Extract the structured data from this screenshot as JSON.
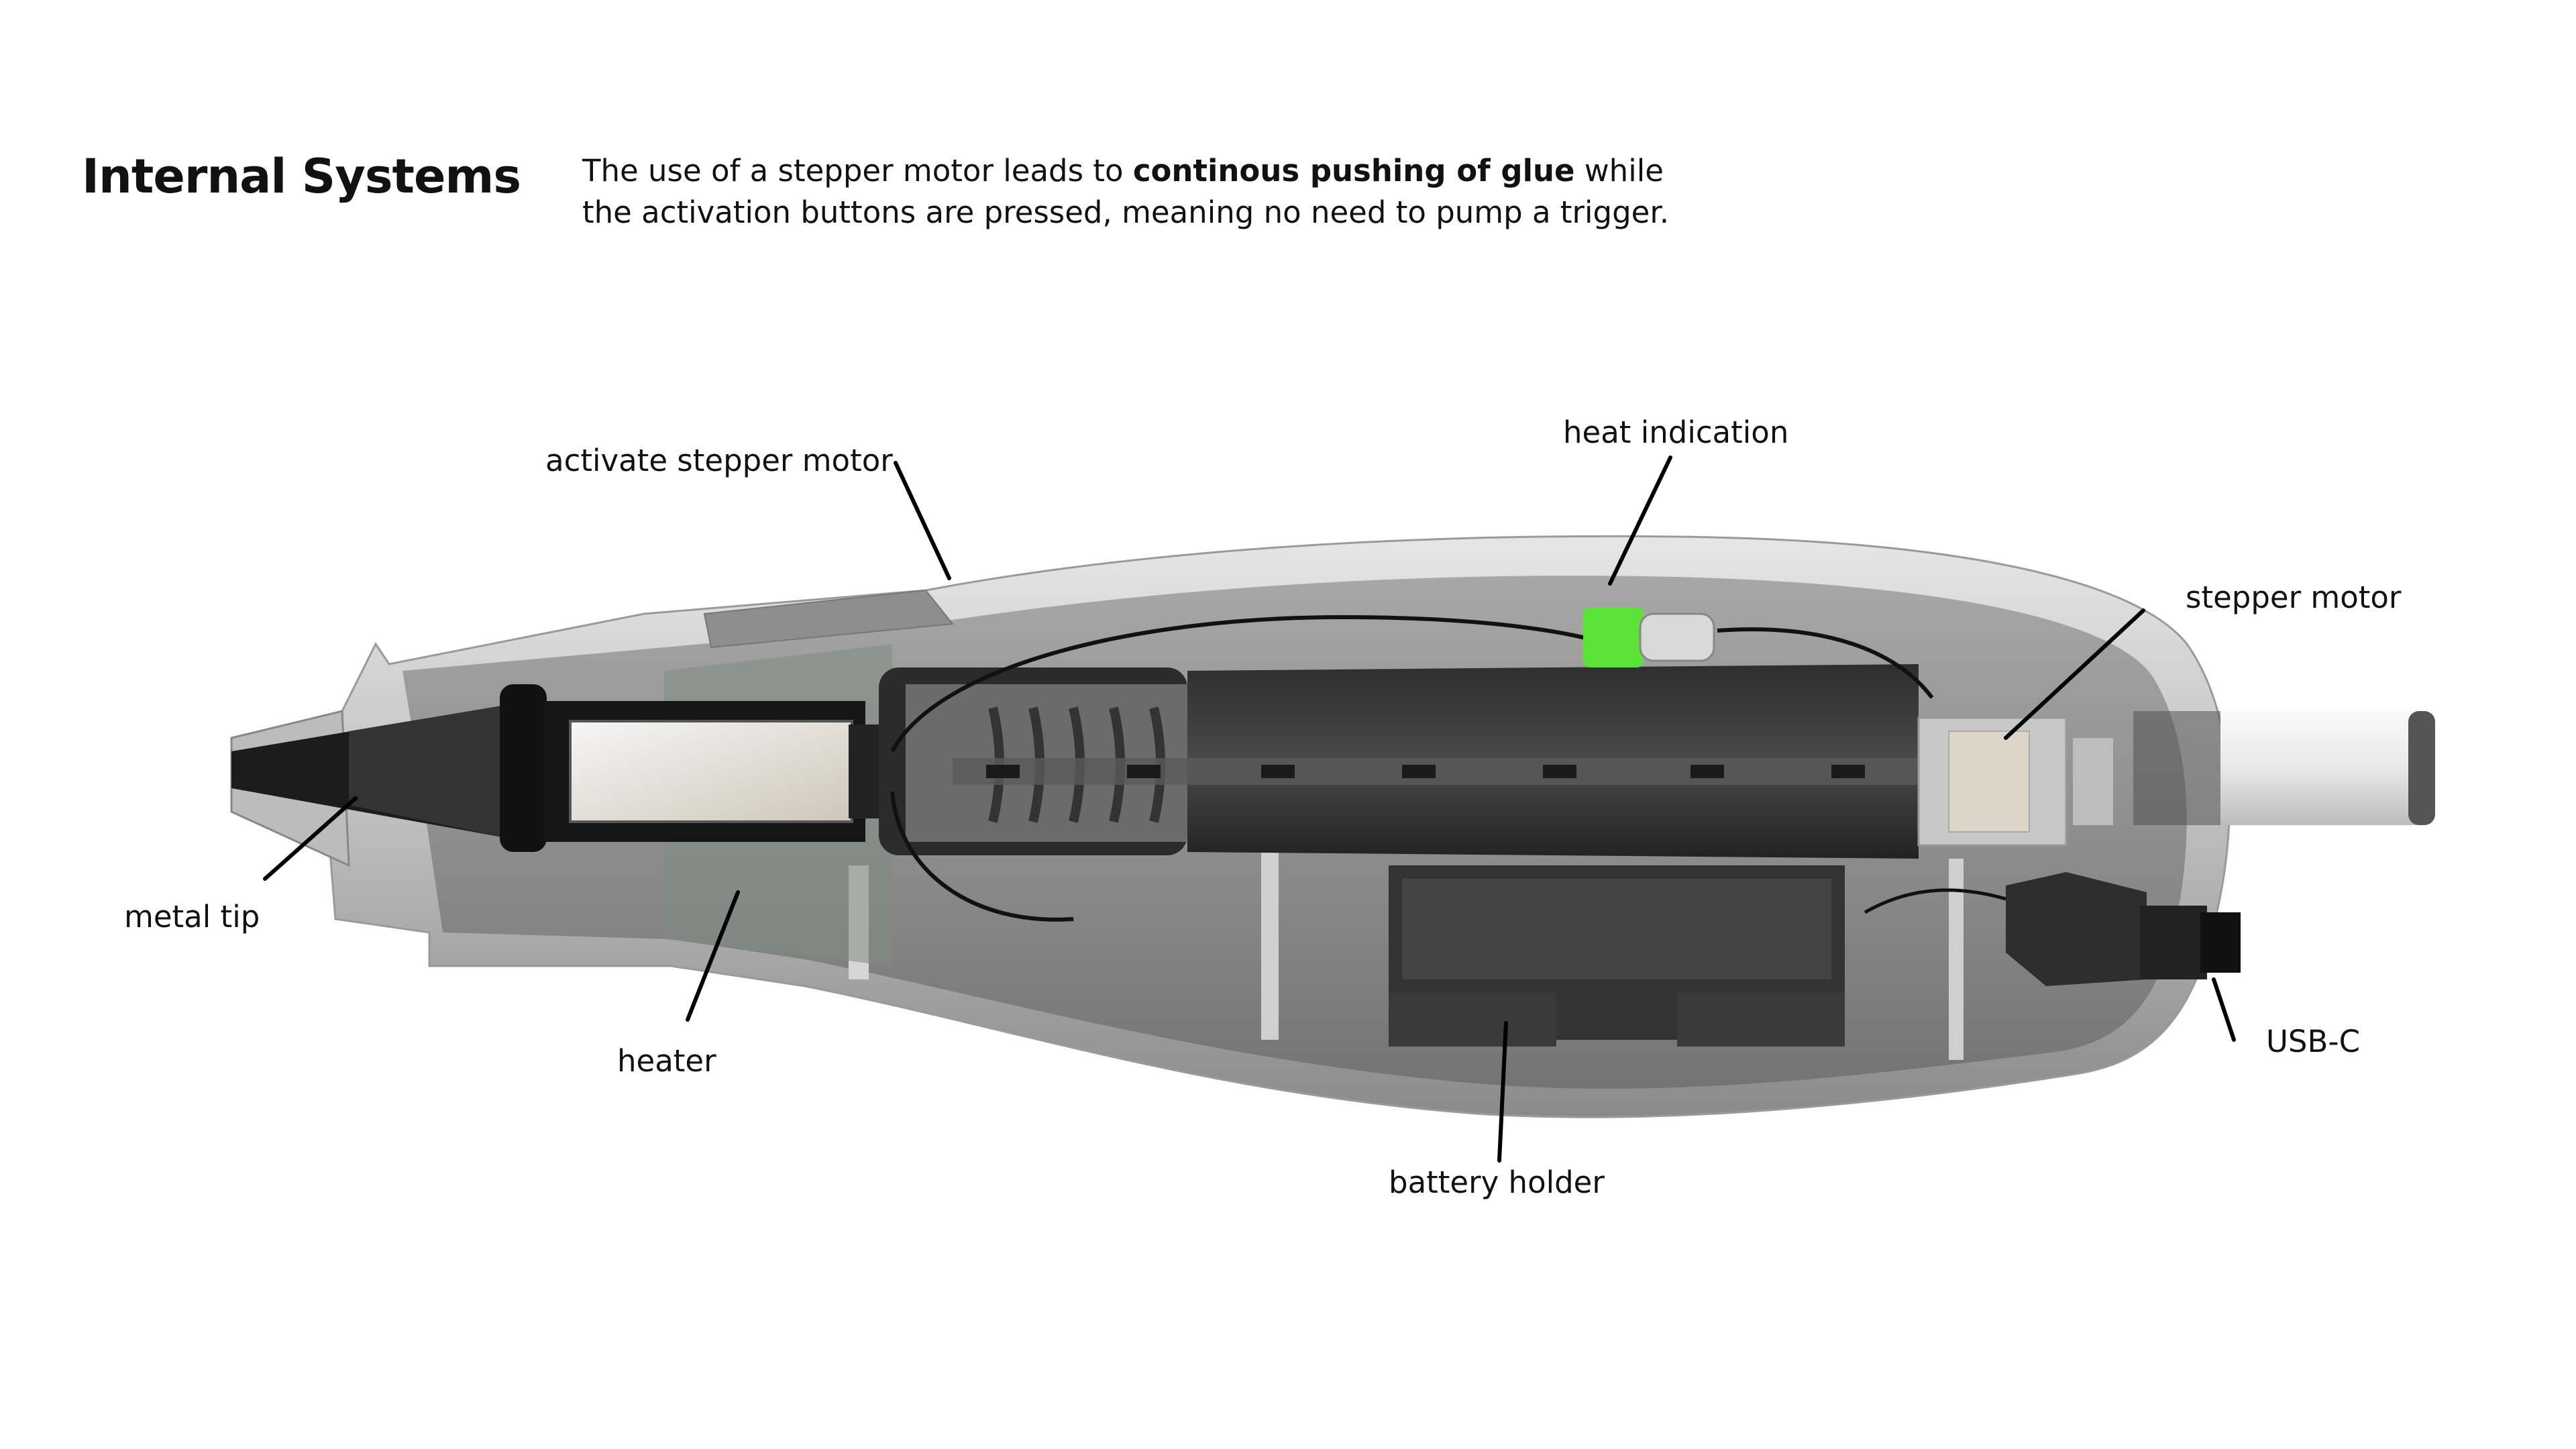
{
  "title": "Internal Systems",
  "description": {
    "before": "The use of a stepper motor leads to ",
    "bold": "continous pushing of glue",
    "after": " while the activation buttons are pressed, meaning no need to pump a trigger."
  },
  "labels": {
    "activate_stepper_motor": "activate stepper motor",
    "heat_indication": "heat indication",
    "stepper_motor": "stepper motor",
    "metal_tip": "metal tip",
    "heater": "heater",
    "battery_holder": "battery holder",
    "usb_c": "USB-C"
  },
  "colors": {
    "indicator_green": "#5de23a",
    "shell_light": "#c9c9c9",
    "shell_dark": "#7d7d7d",
    "body_dark": "#3a3a3a"
  }
}
